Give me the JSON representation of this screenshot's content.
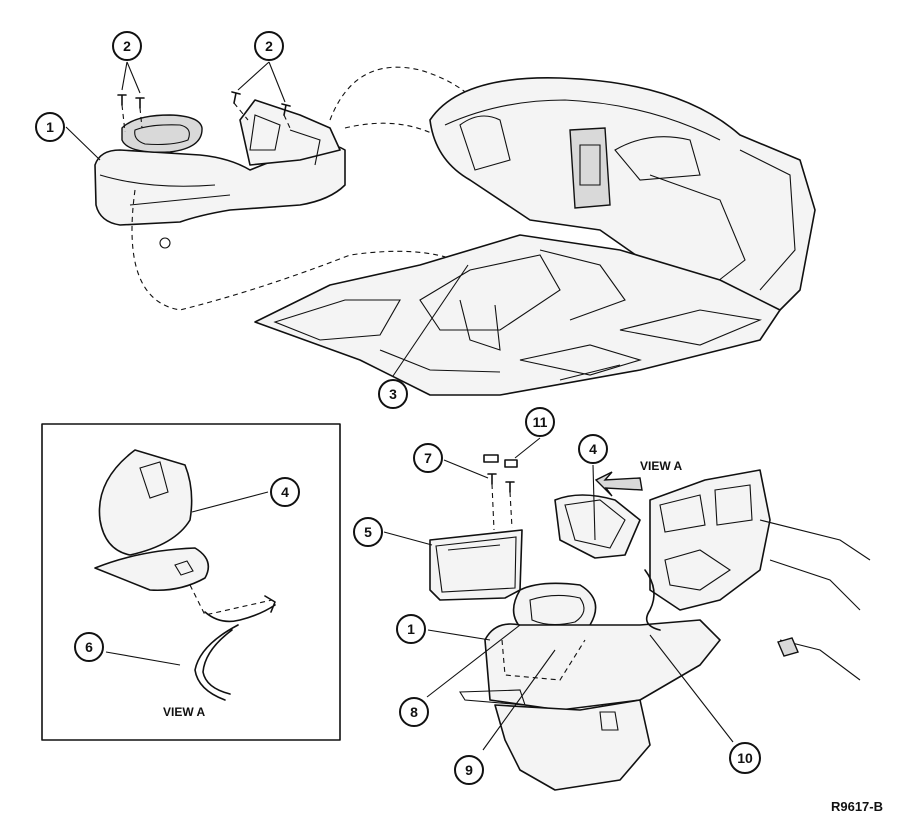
{
  "callouts": {
    "c1_top": "1",
    "c2_left": "2",
    "c2_right": "2",
    "c3": "3",
    "c4_inset": "4",
    "c6": "6",
    "c7": "7",
    "c11": "11",
    "c4_right": "4",
    "c5": "5",
    "c1_bottom": "1",
    "c8": "8",
    "c9": "9",
    "c10": "10"
  },
  "labels": {
    "view_a_arrow": "VIEW A",
    "view_a_inset": "VIEW A"
  },
  "reference_code": "R9617-B"
}
